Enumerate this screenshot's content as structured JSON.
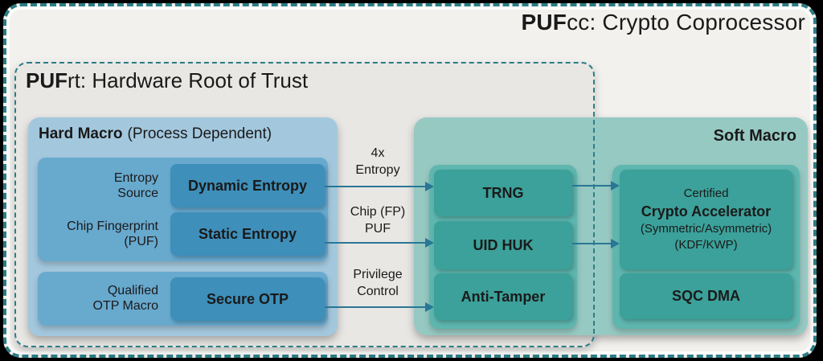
{
  "pufcc": {
    "brand": "PUF",
    "rest": "cc: Crypto Coprocessor"
  },
  "pufrt": {
    "brand": "PUF",
    "rest": "rt: Hardware Root of Trust"
  },
  "hard_macro": {
    "title": "Hard Macro",
    "subtitle": "(Process Dependent)",
    "entropy_rows": [
      {
        "label": "Entropy\nSource",
        "box": "Dynamic Entropy"
      },
      {
        "label": "Chip Fingerprint\n(PUF)",
        "box": "Static Entropy"
      }
    ],
    "otp_row": {
      "label": "Qualified\nOTP Macro",
      "box": "Secure OTP"
    }
  },
  "arrows": {
    "entropy": "4x\nEntropy",
    "puf": "Chip (FP)\nPUF",
    "privilege": "Privilege\nControl"
  },
  "soft_macro": {
    "title": "Soft Macro",
    "modules": [
      "TRNG",
      "UID HUK",
      "Anti-Tamper"
    ],
    "crypto": {
      "line1": "Certified",
      "line2": "Crypto Accelerator",
      "line3": "(Symmetric/Asymmetric)",
      "line4": "(KDF/KWP)"
    },
    "dma": "SQC DMA"
  },
  "colors": {
    "border_teal": "#2c7d86",
    "outer_bg": "#f2f1ee",
    "pufrt_bg": "#e8e7e4",
    "hard_macro_bg": "#a3c8de",
    "blue_group_bg": "#68a9ce",
    "blue_box_bg": "#3e8fba",
    "soft_macro_bg": "#97c9c3",
    "teal_group_bg": "#5eb6ae",
    "teal_box_bg": "#3ba19a",
    "arrow": "#2a7695",
    "text": "#1a1a1a"
  }
}
